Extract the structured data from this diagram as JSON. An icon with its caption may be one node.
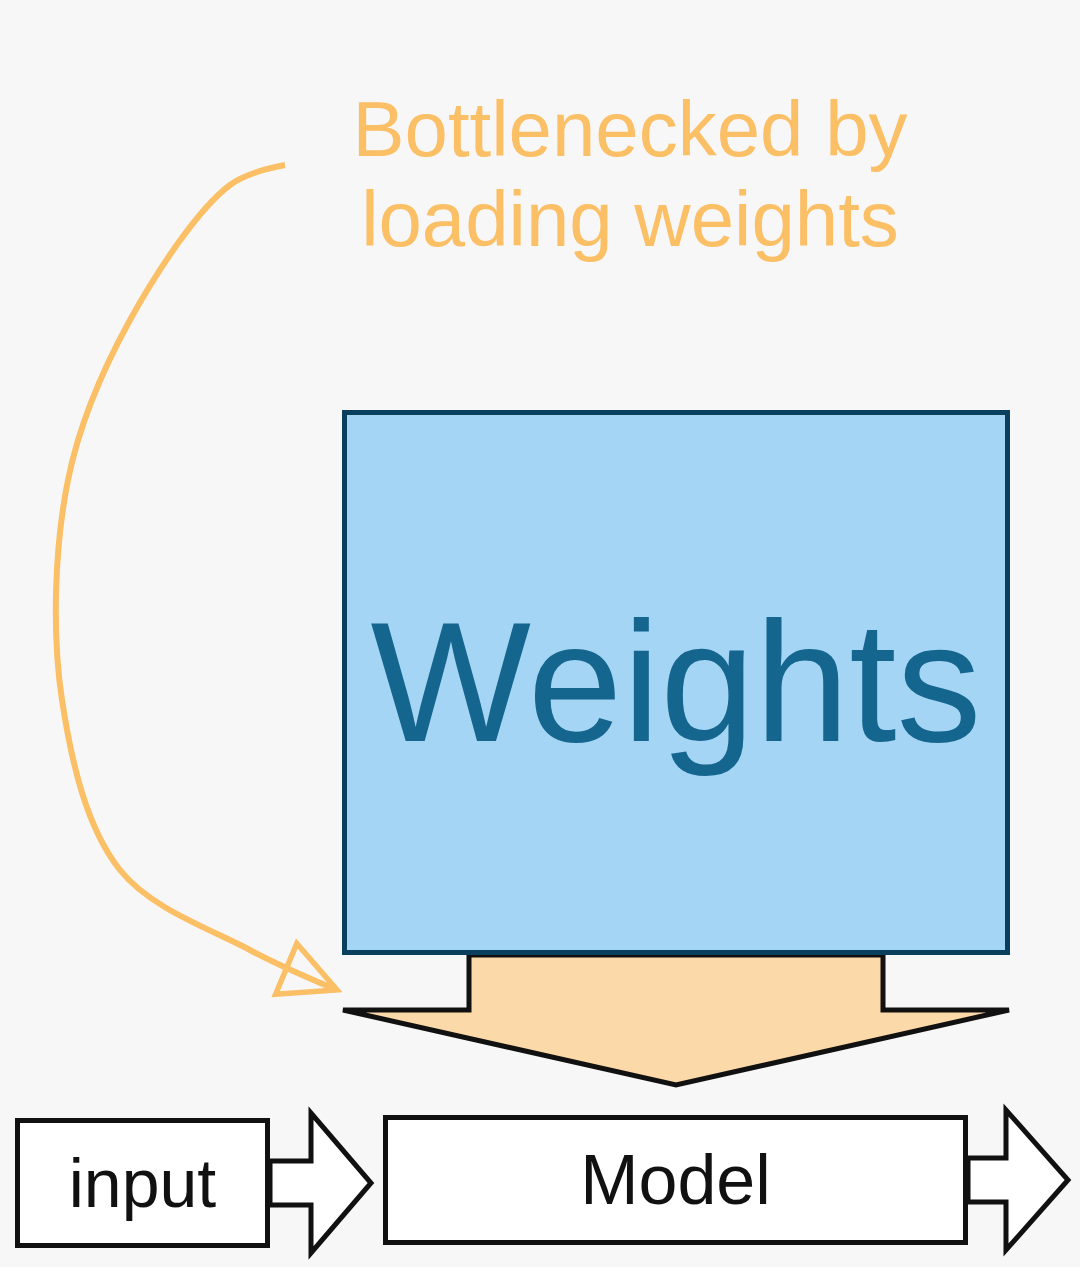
{
  "diagram": {
    "nodes": [
      {
        "text": [
          "Bottlenecked by loading weights"
        ]
      },
      {
        "text": [
          "Weights"
        ]
      },
      {
        "text": [
          "input"
        ]
      },
      {
        "text": [
          "Model"
        ]
      }
    ],
    "edges": [
      {
        "from": 0,
        "to": 1,
        "arrow": "to",
        "color": "#fbbf66"
      },
      {
        "from": 1,
        "to": 3,
        "arrow": "to",
        "style": "thick",
        "color": "#fcd9a8"
      },
      {
        "from": 2,
        "to": 3,
        "arrow": "to",
        "style": "thick"
      },
      {
        "from": 3,
        "to": null,
        "arrow": "to",
        "style": "thick"
      }
    ]
  }
}
